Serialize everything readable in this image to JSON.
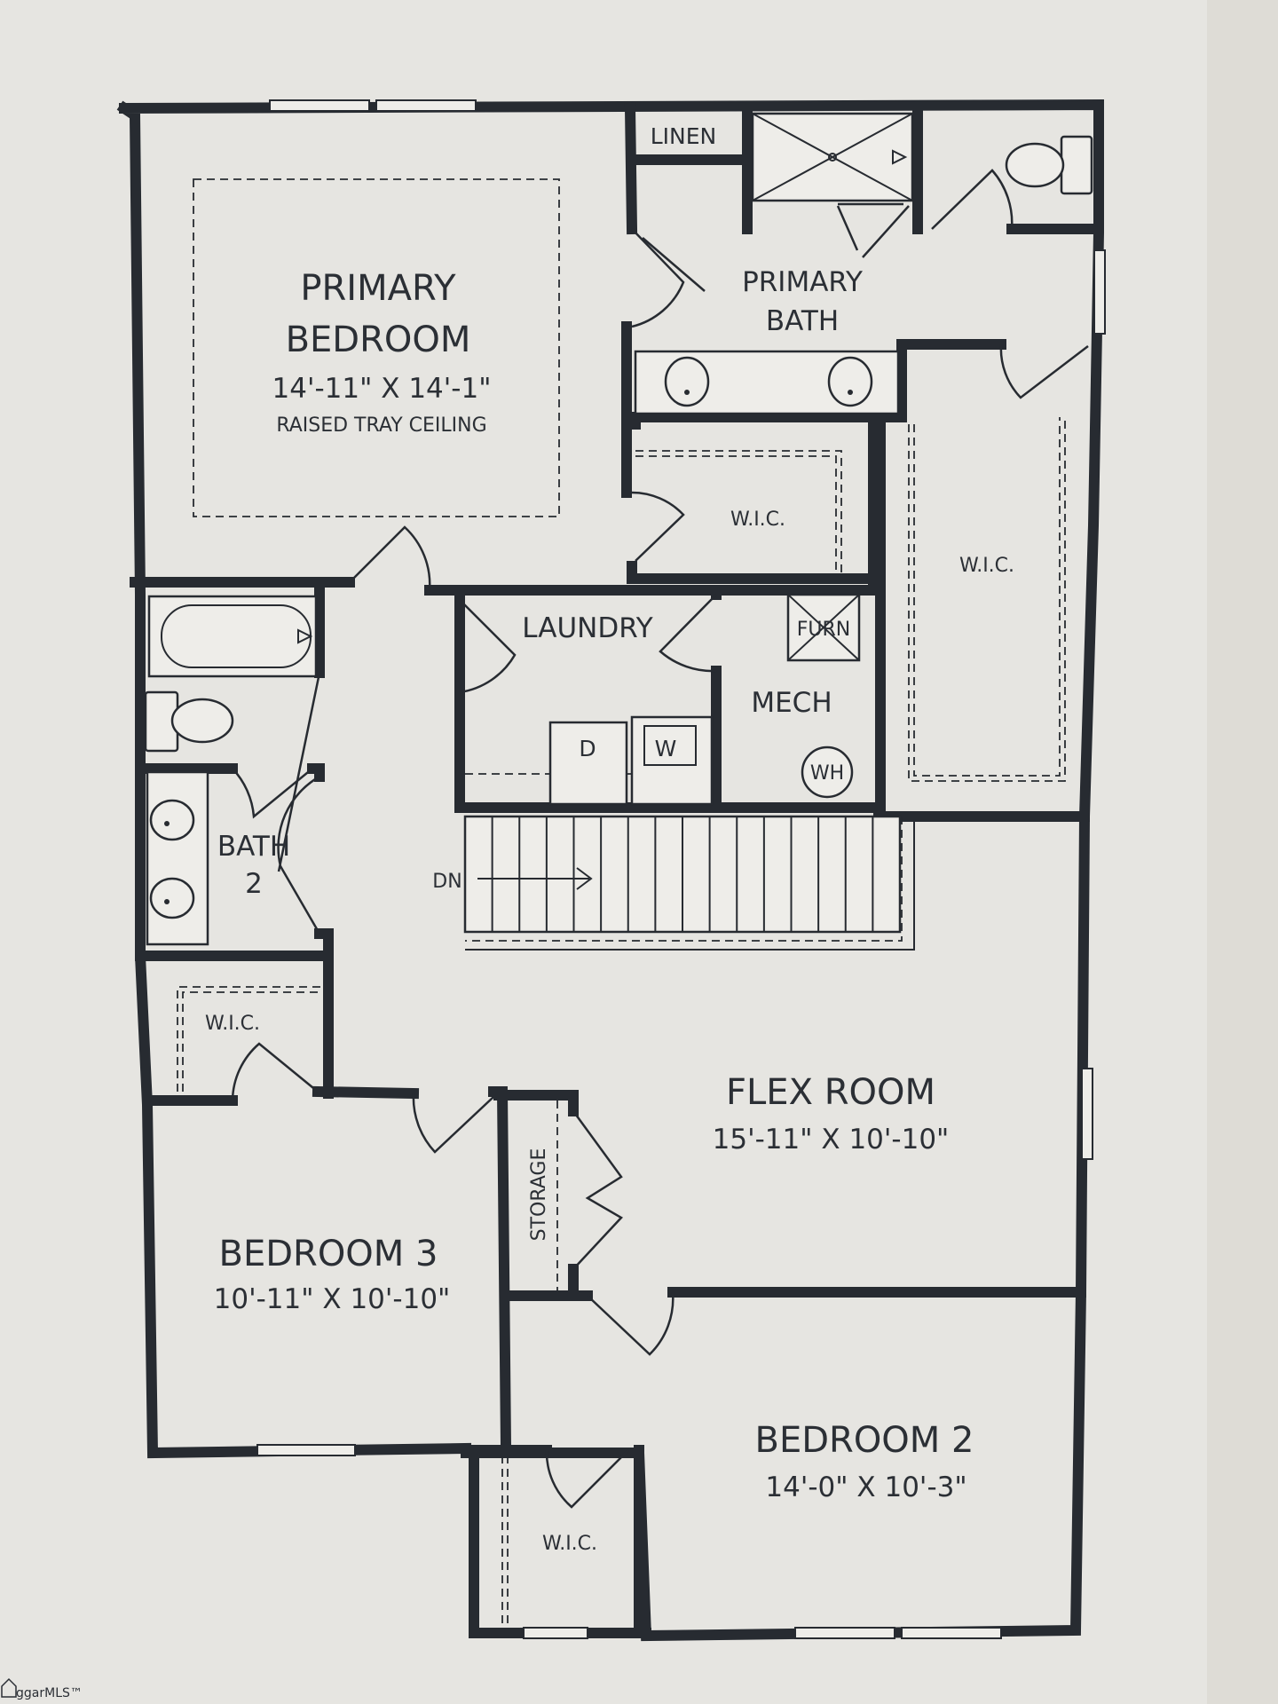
{
  "rooms": {
    "primary_bedroom": {
      "line1": "PRIMARY",
      "line2": "BEDROOM",
      "dim": "14'-11\" X 14'-1\"",
      "note": "RAISED TRAY CEILING"
    },
    "primary_bath": {
      "line1": "PRIMARY",
      "line2": "BATH"
    },
    "linen": "LINEN",
    "wic_primary_small": "W.I.C.",
    "wic_primary_large": "W.I.C.",
    "laundry": "LAUNDRY",
    "dryer": "D",
    "washer": "W",
    "furnace": "FURN",
    "mech": "MECH",
    "water_heater": "WH",
    "bath2": {
      "line1": "BATH",
      "line2": "2"
    },
    "stairs_dn": "DN",
    "wic_bedroom3": "W.I.C.",
    "flex_room": {
      "name": "FLEX ROOM",
      "dim": "15'-11\" X 10'-10\""
    },
    "storage": "STORAGE",
    "bedroom3": {
      "name": "BEDROOM 3",
      "dim": "10'-11\" X 10'-10\""
    },
    "bedroom2": {
      "name": "BEDROOM 2",
      "dim": "14'-0\" X 10'-3\""
    },
    "wic_bedroom2": "W.I.C."
  },
  "watermark": "ggarMLS™"
}
